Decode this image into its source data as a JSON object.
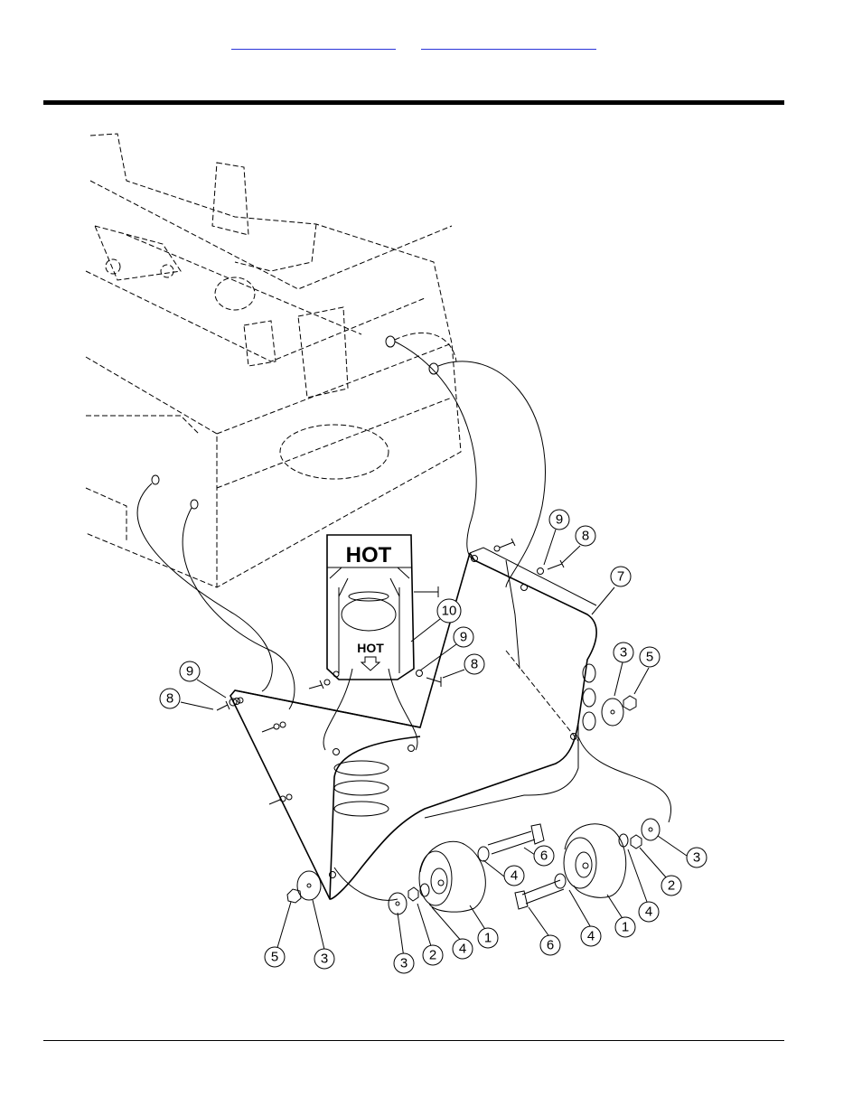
{
  "header": {
    "links": [
      {
        "label": ""
      },
      {
        "label": ""
      }
    ]
  },
  "decal": {
    "top_text": "HOT",
    "bottom_text": "HOT"
  },
  "callouts": [
    {
      "id": "c-9a",
      "label": "9"
    },
    {
      "id": "c-8a",
      "label": "8"
    },
    {
      "id": "c-7",
      "label": "7"
    },
    {
      "id": "c-10",
      "label": "10"
    },
    {
      "id": "c-9b",
      "label": "9"
    },
    {
      "id": "c-8b",
      "label": "8"
    },
    {
      "id": "c-9c",
      "label": "9"
    },
    {
      "id": "c-8c",
      "label": "8"
    },
    {
      "id": "c-3a",
      "label": "3"
    },
    {
      "id": "c-5a",
      "label": "5"
    },
    {
      "id": "c-6a",
      "label": "6"
    },
    {
      "id": "c-4a",
      "label": "4"
    },
    {
      "id": "c-3b",
      "label": "3"
    },
    {
      "id": "c-2a",
      "label": "2"
    },
    {
      "id": "c-4b",
      "label": "4"
    },
    {
      "id": "c-1a",
      "label": "1"
    },
    {
      "id": "c-4c",
      "label": "4"
    },
    {
      "id": "c-6b",
      "label": "6"
    },
    {
      "id": "c-1b",
      "label": "1"
    },
    {
      "id": "c-4d",
      "label": "4"
    },
    {
      "id": "c-2b",
      "label": "2"
    },
    {
      "id": "c-3c",
      "label": "3"
    },
    {
      "id": "c-5b",
      "label": "5"
    },
    {
      "id": "c-3d",
      "label": "3"
    }
  ]
}
